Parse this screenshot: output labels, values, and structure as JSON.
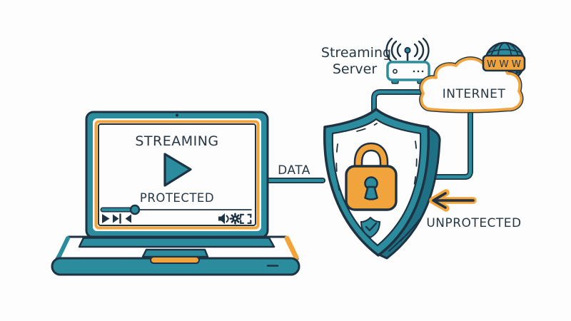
{
  "colors": {
    "teal": "#2B8C9E",
    "teal_dark": "#1E7185",
    "orange": "#F2A43C",
    "ink": "#1E3242",
    "text": "#263845",
    "background": "#FDFDFD"
  },
  "laptop": {
    "screen_title": "STREAMING",
    "status": "PROTECTED",
    "player": {
      "progress_percent": 21,
      "left_controls": [
        "play-icon",
        "next-icon",
        "prev-icon"
      ],
      "right_controls": [
        "volume-icon",
        "gear-icon",
        "fullscreen-icon"
      ]
    }
  },
  "connections": {
    "data_label": "DATA",
    "unprotected_label": "UNPROTECTED"
  },
  "server": {
    "label_line1": "Streaming",
    "label_line2": "Server"
  },
  "internet": {
    "label": "INTERNET",
    "globe_banner": "WWW"
  },
  "shield": {
    "lock_icon": "padlock",
    "badge_icon": "shield-check"
  },
  "icons": {
    "play-icon": "▶",
    "next-icon": "▶|",
    "prev-icon": "◀",
    "volume-icon": "speaker-with-wave",
    "gear-icon": "⚙",
    "fullscreen-icon": "corner-brackets",
    "lock-icon": "padlock",
    "keyhole-icon": "keyhole",
    "shield-check-icon": "✓",
    "wifi-icon": "((·))",
    "antenna-icon": "antenna",
    "globe-icon": "globe-grid",
    "arrow-left-icon": "←",
    "webcam-icon": "dot"
  }
}
